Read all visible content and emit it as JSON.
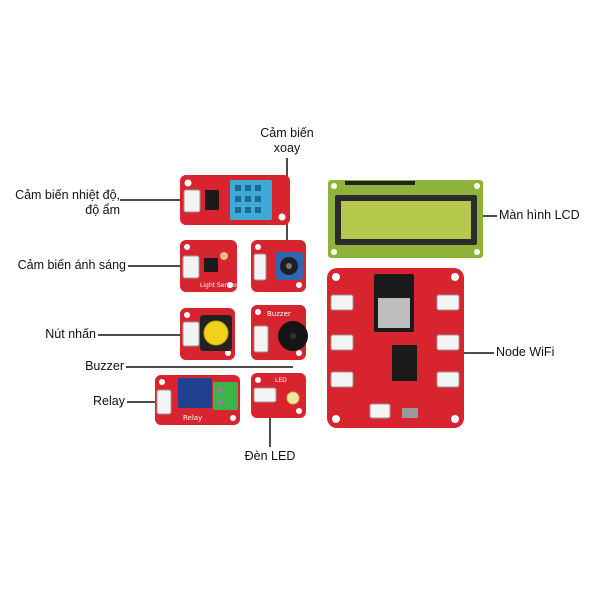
{
  "labels": {
    "temp_humidity": "Cảm biến nhiệt độ,\nđộ ẩm",
    "rotary": "Cảm biến\nxoay",
    "light": "Cảm biến ánh sáng",
    "lcd": "Màn hình LCD",
    "button": "Nút nhấn",
    "node_wifi": "Node WiFi",
    "buzzer": "Buzzer",
    "relay": "Relay",
    "led": "Đèn LED"
  },
  "board_text": {
    "buzzer": "Buzzer",
    "relay": "Relay",
    "light": "Light Sensor",
    "led": "LED"
  },
  "colors": {
    "pcb_red": "#d8242f",
    "lcd_green": "#8fb33a",
    "lcd_screen": "#b7c94c",
    "sensor_blue": "#3fa9d8",
    "button_yellow": "#f2d21a",
    "terminal_green": "#3db34a"
  }
}
